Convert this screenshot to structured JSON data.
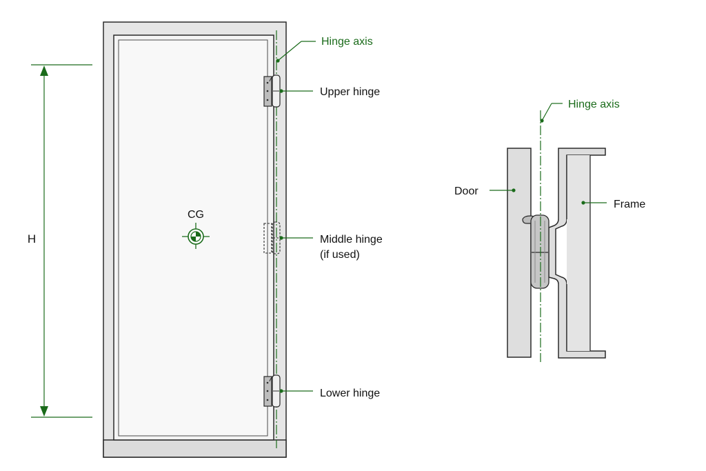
{
  "colors": {
    "accent_green": "#1a6b1a",
    "outline": "#2a2a2a",
    "frame_fill": "#e6e6e6",
    "door_fill": "#f4f4f4",
    "hinge_fill": "#bdbdbd",
    "section_fill": "#dedede"
  },
  "labels": {
    "hinge_axis_left": "Hinge axis",
    "upper_hinge": "Upper hinge",
    "cg": "CG",
    "middle_hinge_line1": "Middle hinge",
    "middle_hinge_line2": "(if used)",
    "lower_hinge": "Lower hinge",
    "height": "H",
    "hinge_axis_right": "Hinge axis",
    "door": "Door",
    "frame": "Frame"
  },
  "icons": {
    "cg_symbol": "center-of-gravity-icon",
    "hinge": "hinge-icon"
  }
}
